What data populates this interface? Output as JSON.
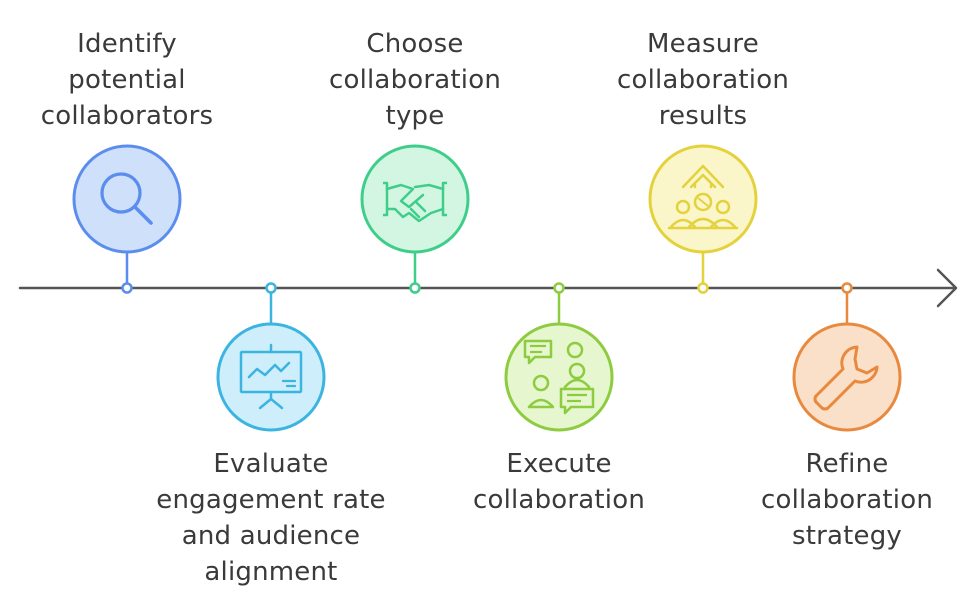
{
  "steps": [
    {
      "label_lines": [
        "Identify",
        "potential",
        "collaborators"
      ],
      "icon": "magnifier-icon",
      "position": "above",
      "color": "#5b8def",
      "fill": "#cfe0fb"
    },
    {
      "label_lines": [
        "Evaluate",
        "engagement rate",
        "and audience",
        "alignment"
      ],
      "icon": "presentation-chart-icon",
      "position": "below",
      "color": "#3bb4e0",
      "fill": "#cdeefa"
    },
    {
      "label_lines": [
        "Choose",
        "collaboration",
        "type"
      ],
      "icon": "handshake-icon",
      "position": "above",
      "color": "#3fce8a",
      "fill": "#d3f6e3"
    },
    {
      "label_lines": [
        "Execute",
        "collaboration"
      ],
      "icon": "team-chat-icon",
      "position": "below",
      "color": "#8ccc3e",
      "fill": "#e6f6cf"
    },
    {
      "label_lines": [
        "Measure",
        "collaboration",
        "results"
      ],
      "icon": "growth-team-icon",
      "position": "above",
      "color": "#e3d23c",
      "fill": "#fbf6c9"
    },
    {
      "label_lines": [
        "Refine",
        "collaboration",
        "strategy"
      ],
      "icon": "wrench-icon",
      "position": "below",
      "color": "#e8893d",
      "fill": "#fbe0c9"
    }
  ],
  "axis_color": "#555555"
}
